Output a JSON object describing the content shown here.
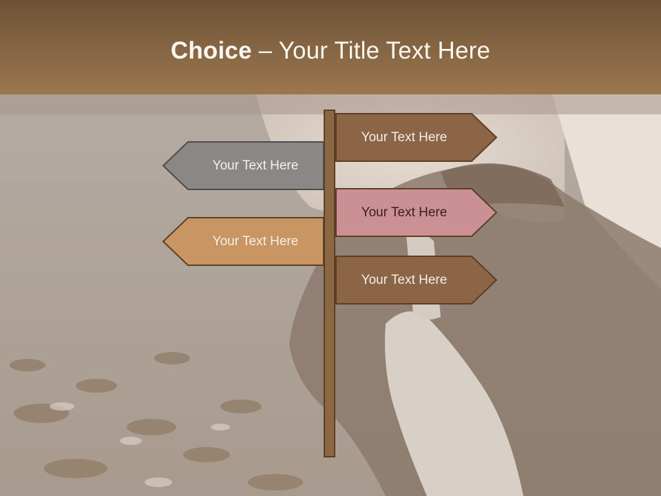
{
  "slide": {
    "title_bold": "Choice",
    "title_rest": " – Your Title Text Here"
  },
  "signs": [
    {
      "label": "Your Text Here",
      "direction": "right",
      "fill": "#8b6546",
      "text_color": "#f6eee5"
    },
    {
      "label": "Your Text Here",
      "direction": "left",
      "fill": "#8a8886",
      "text_color": "#f3f1ef"
    },
    {
      "label": "Your Text Here",
      "direction": "right",
      "fill": "#cb9093",
      "text_color": "#3a1d1c"
    },
    {
      "label": "Your Text Here",
      "direction": "left",
      "fill": "#c99563",
      "text_color": "#fbf2e8"
    },
    {
      "label": "Your Text Here",
      "direction": "right",
      "fill": "#8b6546",
      "text_color": "#f6eee5"
    }
  ],
  "colors": {
    "header_top": "#6e5237",
    "header_bottom": "#9b774f",
    "post": "#8b6744",
    "outline": "#5c3f22"
  }
}
